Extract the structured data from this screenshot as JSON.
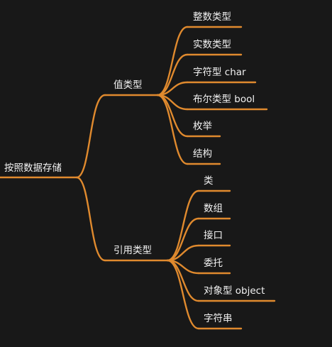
{
  "root": {
    "label": "按照数据存储"
  },
  "branches": [
    {
      "label": "值类型",
      "children": [
        {
          "label": "整数类型"
        },
        {
          "label": "实数类型"
        },
        {
          "label": "字符型 char"
        },
        {
          "label": "布尔类型 bool"
        },
        {
          "label": "枚举"
        },
        {
          "label": "结构"
        }
      ]
    },
    {
      "label": "引用类型",
      "children": [
        {
          "label": "类"
        },
        {
          "label": "数组"
        },
        {
          "label": "接口"
        },
        {
          "label": "委托"
        },
        {
          "label": "对象型 object"
        },
        {
          "label": "字符串"
        }
      ]
    }
  ],
  "colors": {
    "background": "#181818",
    "line": "#e08a2e",
    "text": "#f2f2f2"
  }
}
